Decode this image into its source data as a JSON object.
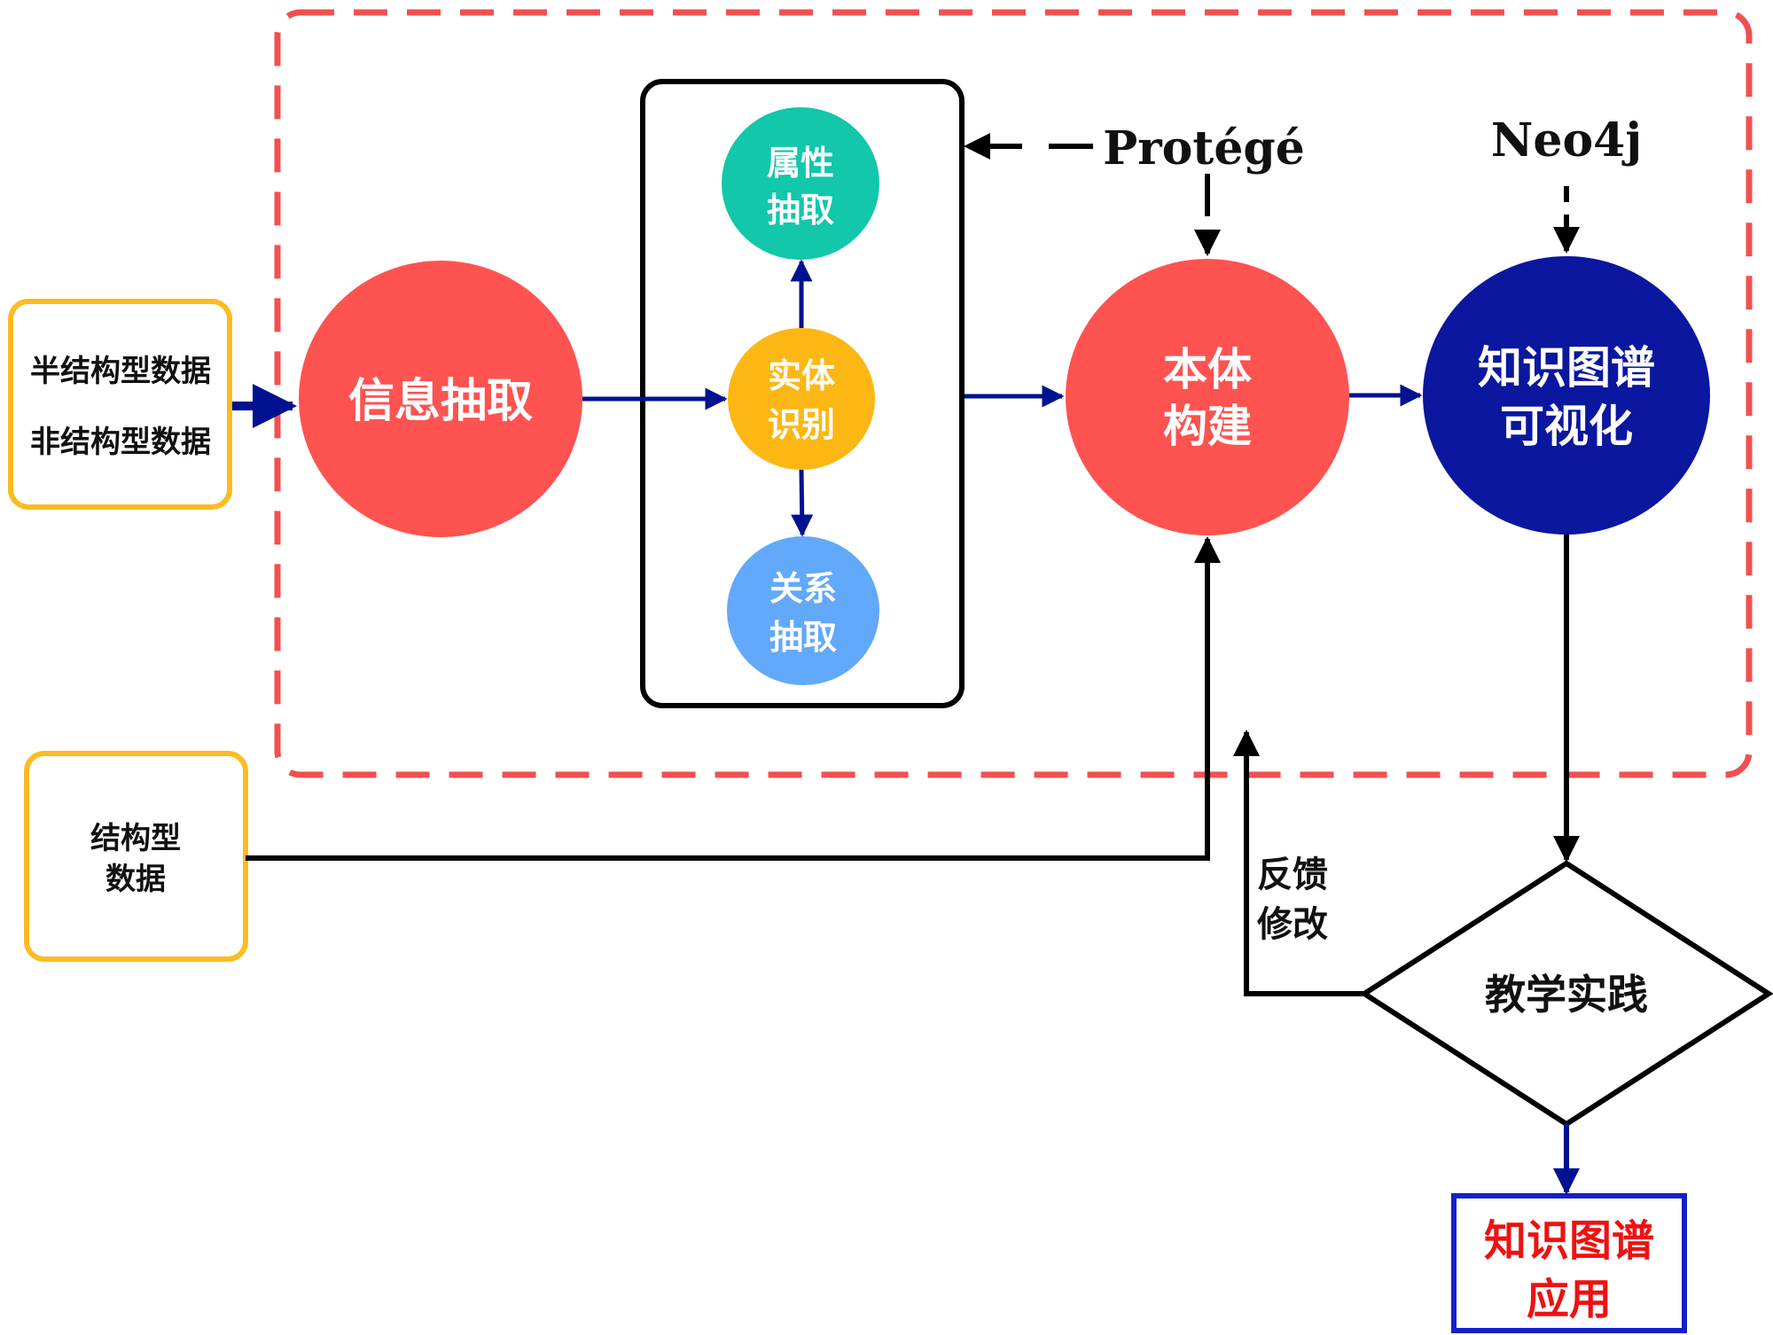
{
  "inputs": {
    "semi_unstructured": [
      "半结构型数据",
      "非结构型数据"
    ],
    "structured": [
      "结构型",
      "数据"
    ]
  },
  "nodes": {
    "info_extraction": {
      "label": [
        "信息抽取"
      ],
      "color": "#fe5350"
    },
    "attr_extraction": {
      "label": [
        "属性",
        "抽取"
      ],
      "color": "#12c7aa"
    },
    "entity_recognition": {
      "label": [
        "实体",
        "识别"
      ],
      "color": "#fdb714"
    },
    "relation_extraction": {
      "label": [
        "关系",
        "抽取"
      ],
      "color": "#62a8fb"
    },
    "ontology_build": {
      "label": [
        "本体",
        "构建"
      ],
      "color": "#fe5350"
    },
    "kg_visualization": {
      "label": [
        "知识图谱",
        "可视化"
      ],
      "color": "#0a179e"
    },
    "teaching_practice": {
      "label": [
        "教学实践"
      ]
    },
    "kg_application": {
      "label": [
        "知识图谱",
        "应用"
      ],
      "text_color": "#ee1111",
      "border_color": "#1320c8"
    }
  },
  "tools": {
    "protege": "Protégé",
    "neo4j": "Neo4j"
  },
  "feedback": [
    "反馈",
    "修改"
  ],
  "colors": {
    "dashed_border": "#f25050",
    "input_border": "#fbbb22",
    "arrow_blue": "#001290",
    "arrow_black": "#000000"
  }
}
